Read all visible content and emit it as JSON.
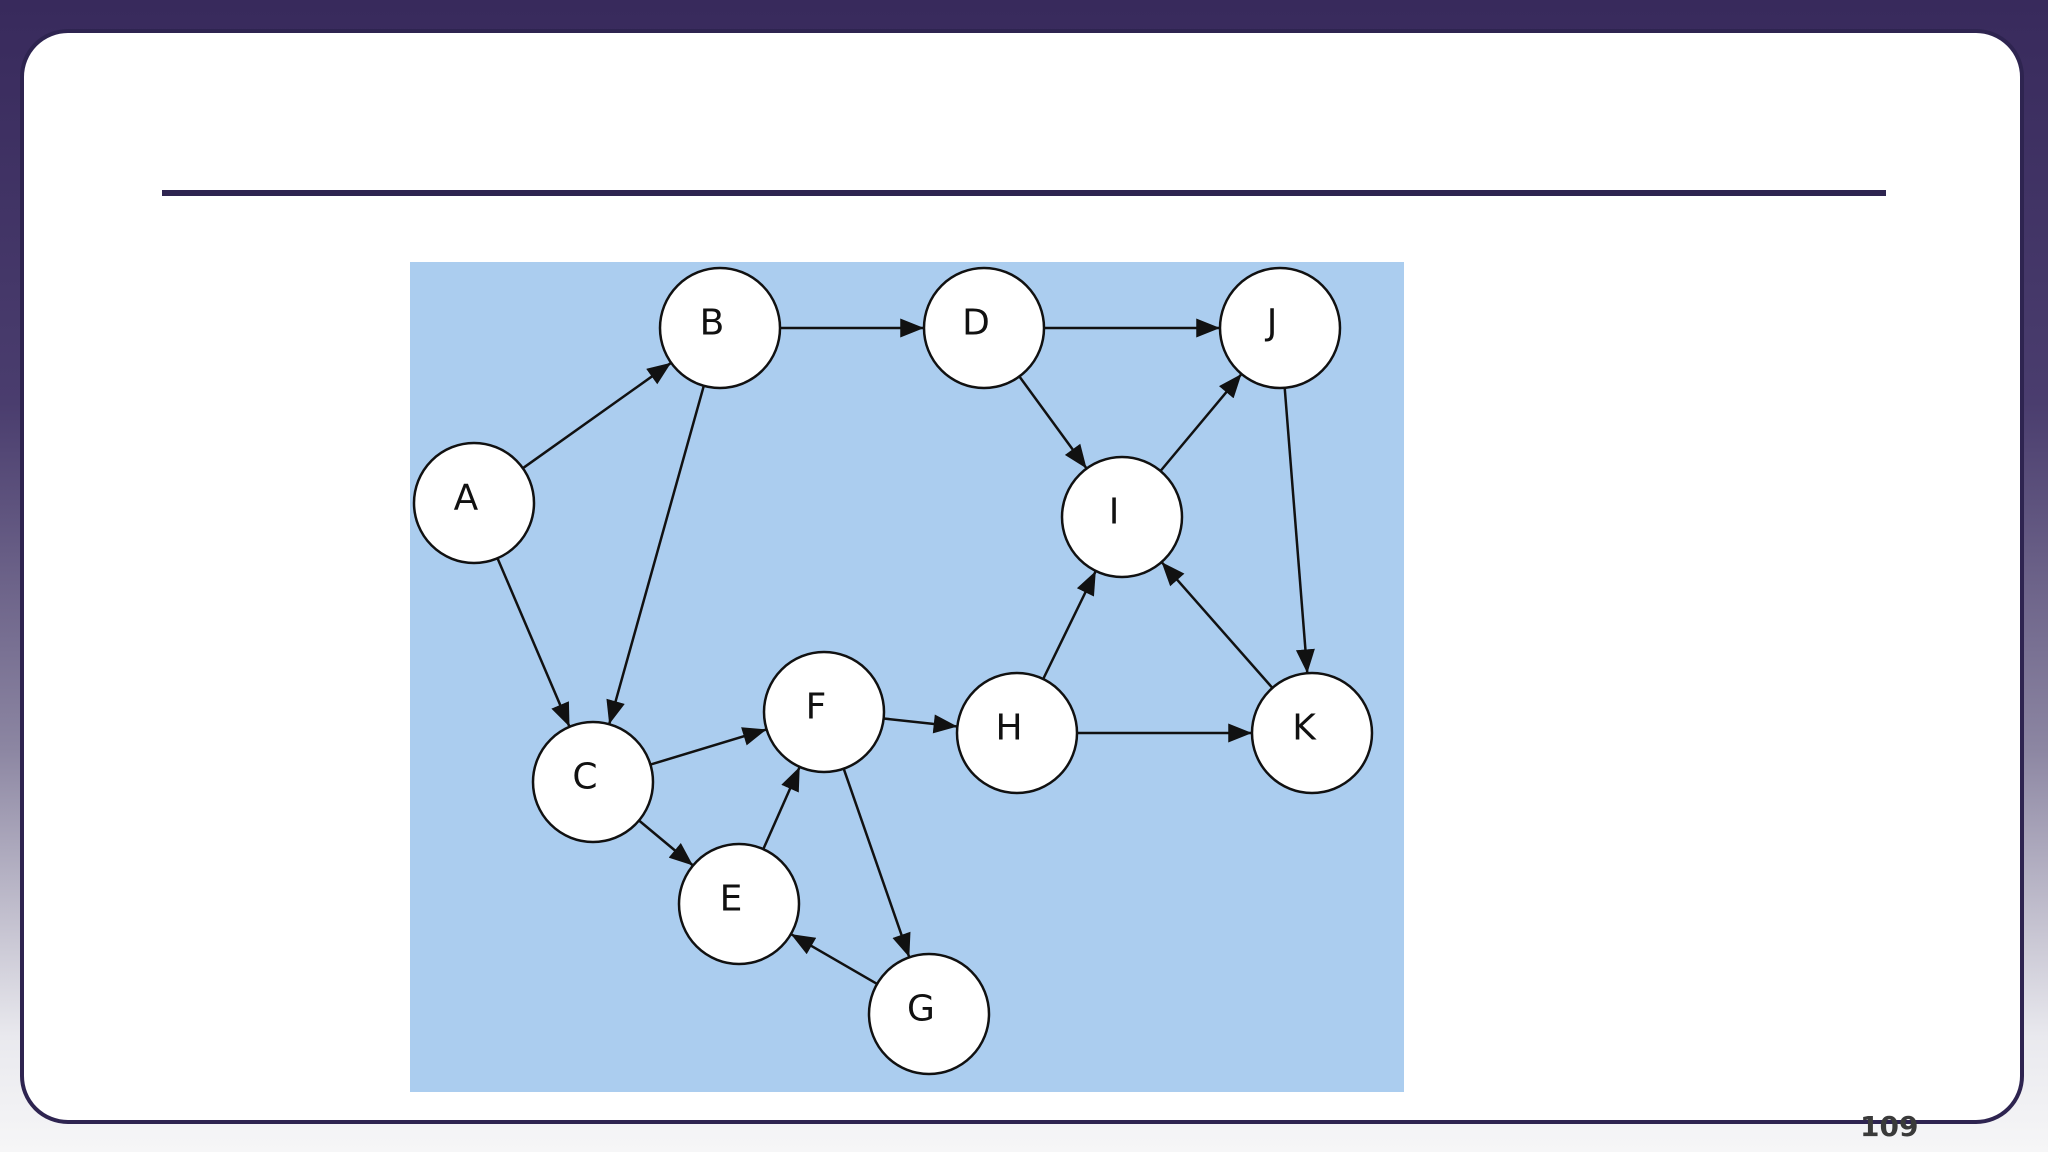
{
  "slide": {
    "page_number": "109"
  },
  "colors": {
    "frame": "#2e2450",
    "diagram_background": "#abcdef",
    "node_fill": "#ffffff",
    "stroke": "#111111"
  },
  "graph": {
    "nodes": [
      {
        "id": "A",
        "label": "A"
      },
      {
        "id": "B",
        "label": "B"
      },
      {
        "id": "C",
        "label": "C"
      },
      {
        "id": "D",
        "label": "D"
      },
      {
        "id": "E",
        "label": "E"
      },
      {
        "id": "F",
        "label": "F"
      },
      {
        "id": "G",
        "label": "G"
      },
      {
        "id": "H",
        "label": "H"
      },
      {
        "id": "I",
        "label": "I"
      },
      {
        "id": "J",
        "label": "J"
      },
      {
        "id": "K",
        "label": "K"
      }
    ],
    "edges": [
      {
        "from": "A",
        "to": "B"
      },
      {
        "from": "A",
        "to": "C"
      },
      {
        "from": "B",
        "to": "C"
      },
      {
        "from": "B",
        "to": "D"
      },
      {
        "from": "D",
        "to": "J"
      },
      {
        "from": "D",
        "to": "I"
      },
      {
        "from": "I",
        "to": "J"
      },
      {
        "from": "J",
        "to": "K"
      },
      {
        "from": "K",
        "to": "I"
      },
      {
        "from": "H",
        "to": "I"
      },
      {
        "from": "H",
        "to": "K"
      },
      {
        "from": "F",
        "to": "H"
      },
      {
        "from": "C",
        "to": "F"
      },
      {
        "from": "C",
        "to": "E"
      },
      {
        "from": "E",
        "to": "F"
      },
      {
        "from": "F",
        "to": "G"
      },
      {
        "from": "G",
        "to": "E"
      }
    ]
  }
}
